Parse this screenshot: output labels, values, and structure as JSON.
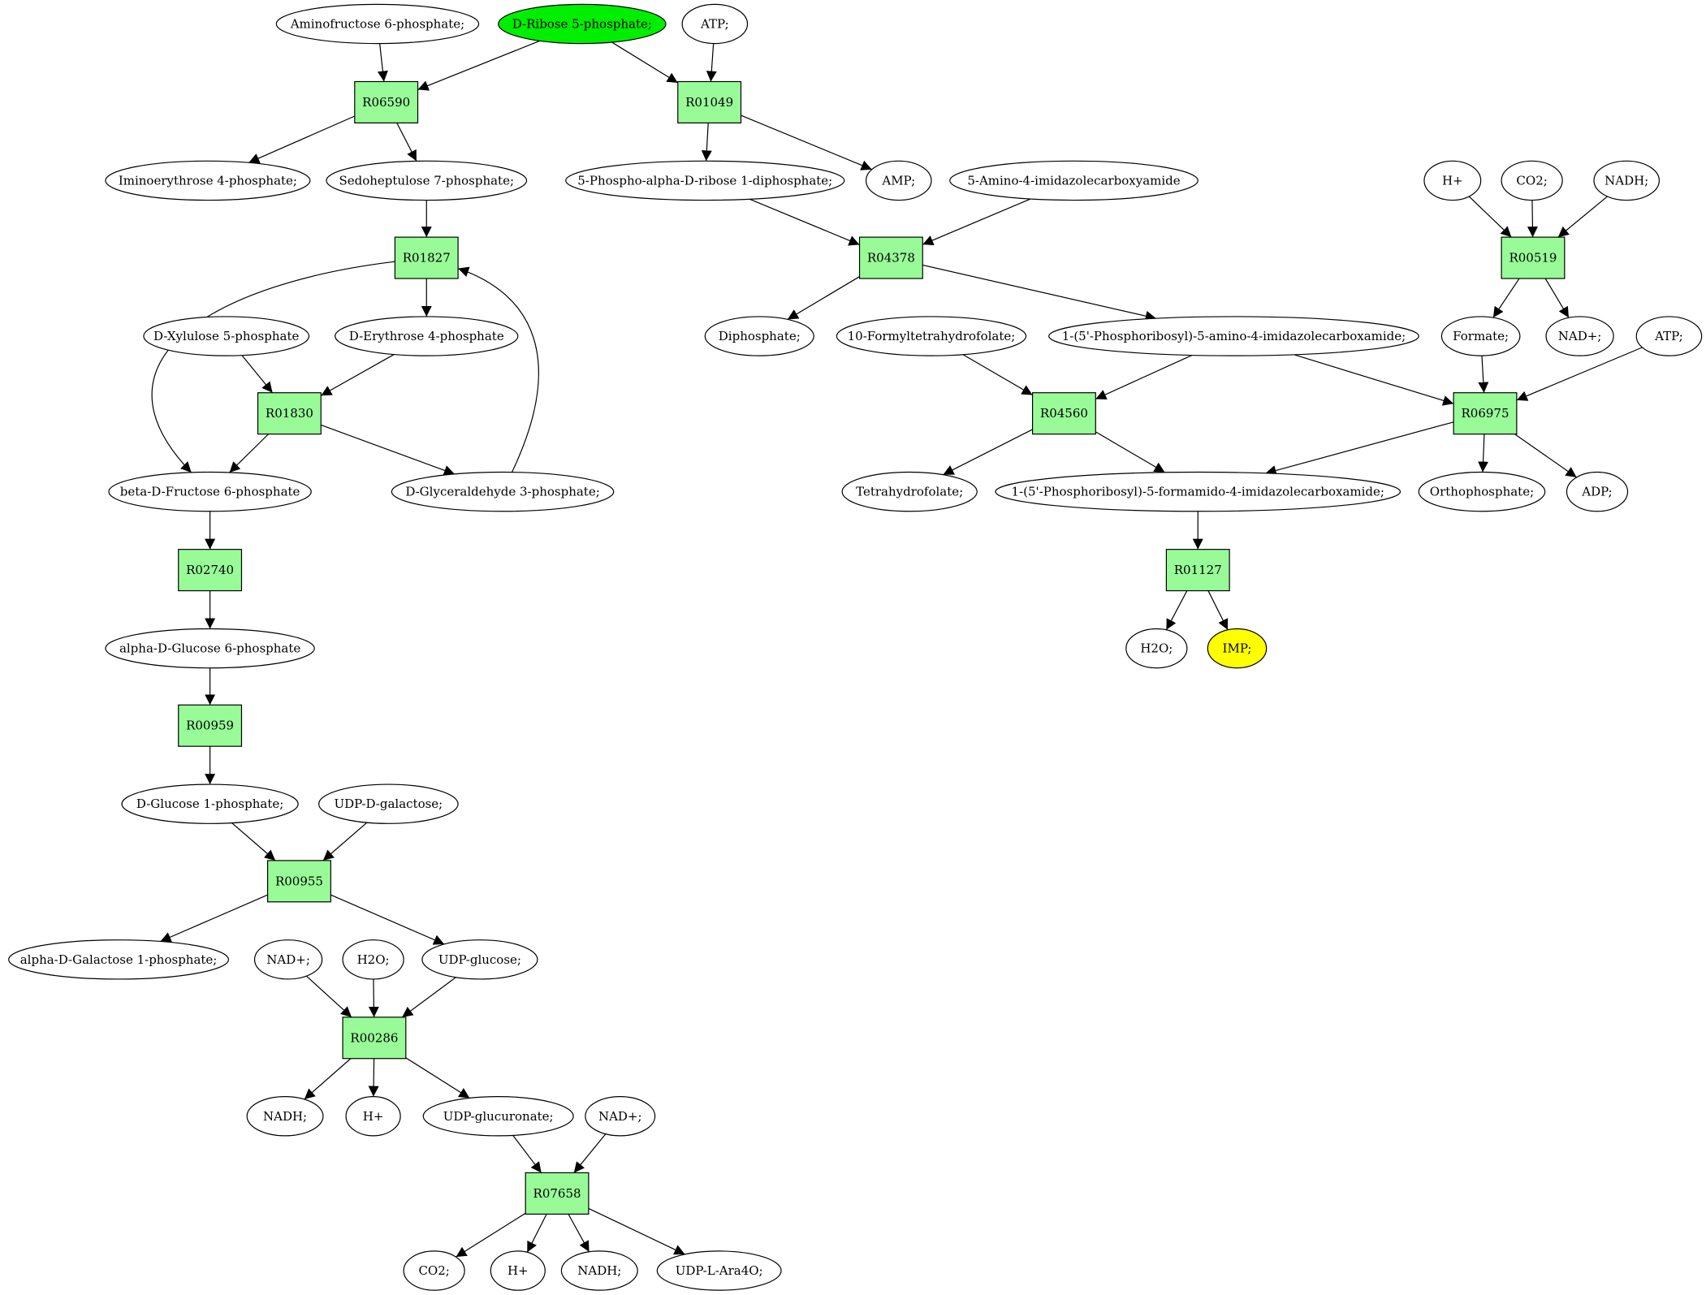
{
  "graph": {
    "colors": {
      "reaction_fill": "#98fb98",
      "compound_fill": "#ffffff",
      "start_compound_fill": "#00ee00",
      "target_compound_fill": "#ffff00",
      "line": "#000000"
    },
    "nodes": [
      {
        "id": "c_aminofructose",
        "kind": "compound",
        "label": "Aminofructose 6-phosphate;"
      },
      {
        "id": "c_dribose5p",
        "kind": "compound",
        "label": "D-Ribose 5-phosphate;",
        "highlight": "start"
      },
      {
        "id": "c_atp1",
        "kind": "compound",
        "label": "ATP;"
      },
      {
        "id": "r_R06590",
        "kind": "reaction",
        "label": "R06590"
      },
      {
        "id": "r_R01049",
        "kind": "reaction",
        "label": "R01049"
      },
      {
        "id": "c_iminoerythrose",
        "kind": "compound",
        "label": "Iminoerythrose 4-phosphate;"
      },
      {
        "id": "c_sedoheptulose",
        "kind": "compound",
        "label": "Sedoheptulose 7-phosphate;"
      },
      {
        "id": "c_prpp",
        "kind": "compound",
        "label": "5-Phospho-alpha-D-ribose 1-diphosphate;"
      },
      {
        "id": "c_amp",
        "kind": "compound",
        "label": "AMP;"
      },
      {
        "id": "c_aica",
        "kind": "compound",
        "label": "5-Amino-4-imidazolecarboxyamide"
      },
      {
        "id": "c_hplus1",
        "kind": "compound",
        "label": "H+"
      },
      {
        "id": "c_co2_1",
        "kind": "compound",
        "label": "CO2;"
      },
      {
        "id": "c_nadh1",
        "kind": "compound",
        "label": "NADH;"
      },
      {
        "id": "r_R01827",
        "kind": "reaction",
        "label": "R01827"
      },
      {
        "id": "r_R04378",
        "kind": "reaction",
        "label": "R04378"
      },
      {
        "id": "r_R00519",
        "kind": "reaction",
        "label": "R00519"
      },
      {
        "id": "c_dxylulose",
        "kind": "compound",
        "label": "D-Xylulose 5-phosphate"
      },
      {
        "id": "c_derythrose",
        "kind": "compound",
        "label": "D-Erythrose 4-phosphate"
      },
      {
        "id": "c_diphosphate",
        "kind": "compound",
        "label": "Diphosphate;"
      },
      {
        "id": "c_formylthf",
        "kind": "compound",
        "label": "10-Formyltetrahydrofolate;"
      },
      {
        "id": "c_aicar",
        "kind": "compound",
        "label": "1-(5'-Phosphoribosyl)-5-amino-4-imidazolecarboxamide;"
      },
      {
        "id": "c_formate",
        "kind": "compound",
        "label": "Formate;"
      },
      {
        "id": "c_nadplus1",
        "kind": "compound",
        "label": "NAD+;"
      },
      {
        "id": "c_atp2",
        "kind": "compound",
        "label": "ATP;"
      },
      {
        "id": "r_R01830",
        "kind": "reaction",
        "label": "R01830"
      },
      {
        "id": "r_R04560",
        "kind": "reaction",
        "label": "R04560"
      },
      {
        "id": "r_R06975",
        "kind": "reaction",
        "label": "R06975"
      },
      {
        "id": "c_fructose6p",
        "kind": "compound",
        "label": "beta-D-Fructose 6-phosphate"
      },
      {
        "id": "c_glyceraldehyde",
        "kind": "compound",
        "label": "D-Glyceraldehyde 3-phosphate;"
      },
      {
        "id": "c_thf",
        "kind": "compound",
        "label": "Tetrahydrofolate;"
      },
      {
        "id": "c_faicar",
        "kind": "compound",
        "label": "1-(5'-Phosphoribosyl)-5-formamido-4-imidazolecarboxamide;"
      },
      {
        "id": "c_orthophosphate",
        "kind": "compound",
        "label": "Orthophosphate;"
      },
      {
        "id": "c_adp",
        "kind": "compound",
        "label": "ADP;"
      },
      {
        "id": "r_R02740",
        "kind": "reaction",
        "label": "R02740"
      },
      {
        "id": "r_R01127",
        "kind": "reaction",
        "label": "R01127"
      },
      {
        "id": "c_glucose6p",
        "kind": "compound",
        "label": "alpha-D-Glucose 6-phosphate"
      },
      {
        "id": "c_h2o_1",
        "kind": "compound",
        "label": "H2O;"
      },
      {
        "id": "c_imp",
        "kind": "compound",
        "label": "IMP;",
        "highlight": "target"
      },
      {
        "id": "r_R00959",
        "kind": "reaction",
        "label": "R00959"
      },
      {
        "id": "c_glucose1p",
        "kind": "compound",
        "label": "D-Glucose 1-phosphate;"
      },
      {
        "id": "c_udpgalactose",
        "kind": "compound",
        "label": "UDP-D-galactose;"
      },
      {
        "id": "r_R00955",
        "kind": "reaction",
        "label": "R00955"
      },
      {
        "id": "c_galactose1p",
        "kind": "compound",
        "label": "alpha-D-Galactose 1-phosphate;"
      },
      {
        "id": "c_nadplus2",
        "kind": "compound",
        "label": "NAD+;"
      },
      {
        "id": "c_h2o_2",
        "kind": "compound",
        "label": "H2O;"
      },
      {
        "id": "c_udpglucose",
        "kind": "compound",
        "label": "UDP-glucose;"
      },
      {
        "id": "r_R00286",
        "kind": "reaction",
        "label": "R00286"
      },
      {
        "id": "c_nadh2",
        "kind": "compound",
        "label": "NADH;"
      },
      {
        "id": "c_hplus2",
        "kind": "compound",
        "label": "H+"
      },
      {
        "id": "c_udpglucuronate",
        "kind": "compound",
        "label": "UDP-glucuronate;"
      },
      {
        "id": "c_nadplus3",
        "kind": "compound",
        "label": "NAD+;"
      },
      {
        "id": "r_R07658",
        "kind": "reaction",
        "label": "R07658"
      },
      {
        "id": "c_co2_2",
        "kind": "compound",
        "label": "CO2;"
      },
      {
        "id": "c_hplus3",
        "kind": "compound",
        "label": "H+"
      },
      {
        "id": "c_nadh3",
        "kind": "compound",
        "label": "NADH;"
      },
      {
        "id": "c_udplara4o",
        "kind": "compound",
        "label": "UDP-L-Ara4O;"
      }
    ],
    "edges": [
      {
        "from": "c_aminofructose",
        "to": "r_R06590"
      },
      {
        "from": "c_dribose5p",
        "to": "r_R06590"
      },
      {
        "from": "c_dribose5p",
        "to": "r_R01049"
      },
      {
        "from": "c_atp1",
        "to": "r_R01049"
      },
      {
        "from": "r_R06590",
        "to": "c_iminoerythrose"
      },
      {
        "from": "r_R06590",
        "to": "c_sedoheptulose"
      },
      {
        "from": "r_R01049",
        "to": "c_prpp"
      },
      {
        "from": "r_R01049",
        "to": "c_amp"
      },
      {
        "from": "c_sedoheptulose",
        "to": "r_R01827"
      },
      {
        "from": "c_prpp",
        "to": "r_R04378"
      },
      {
        "from": "c_aica",
        "to": "r_R04378"
      },
      {
        "from": "c_hplus1",
        "to": "r_R00519"
      },
      {
        "from": "c_co2_1",
        "to": "r_R00519"
      },
      {
        "from": "c_nadh1",
        "to": "r_R00519"
      },
      {
        "from": "r_R01827",
        "to": "c_derythrose"
      },
      {
        "from": "r_R01827",
        "to": "c_fructose6p"
      },
      {
        "from": "c_glyceraldehyde",
        "to": "r_R01827"
      },
      {
        "from": "r_R04378",
        "to": "c_diphosphate"
      },
      {
        "from": "r_R04378",
        "to": "c_aicar"
      },
      {
        "from": "r_R00519",
        "to": "c_formate"
      },
      {
        "from": "r_R00519",
        "to": "c_nadplus1"
      },
      {
        "from": "c_dxylulose",
        "to": "r_R01830"
      },
      {
        "from": "c_derythrose",
        "to": "r_R01830"
      },
      {
        "from": "r_R01830",
        "to": "c_fructose6p"
      },
      {
        "from": "r_R01830",
        "to": "c_glyceraldehyde"
      },
      {
        "from": "c_formylthf",
        "to": "r_R04560"
      },
      {
        "from": "c_aicar",
        "to": "r_R04560"
      },
      {
        "from": "c_aicar",
        "to": "r_R06975"
      },
      {
        "from": "c_formate",
        "to": "r_R06975"
      },
      {
        "from": "c_atp2",
        "to": "r_R06975"
      },
      {
        "from": "r_R04560",
        "to": "c_thf"
      },
      {
        "from": "r_R04560",
        "to": "c_faicar"
      },
      {
        "from": "r_R06975",
        "to": "c_faicar"
      },
      {
        "from": "r_R06975",
        "to": "c_orthophosphate"
      },
      {
        "from": "r_R06975",
        "to": "c_adp"
      },
      {
        "from": "c_fructose6p",
        "to": "r_R02740"
      },
      {
        "from": "r_R02740",
        "to": "c_glucose6p"
      },
      {
        "from": "c_faicar",
        "to": "r_R01127"
      },
      {
        "from": "r_R01127",
        "to": "c_h2o_1"
      },
      {
        "from": "r_R01127",
        "to": "c_imp"
      },
      {
        "from": "c_glucose6p",
        "to": "r_R00959"
      },
      {
        "from": "r_R00959",
        "to": "c_glucose1p"
      },
      {
        "from": "c_glucose1p",
        "to": "r_R00955"
      },
      {
        "from": "c_udpgalactose",
        "to": "r_R00955"
      },
      {
        "from": "r_R00955",
        "to": "c_galactose1p"
      },
      {
        "from": "r_R00955",
        "to": "c_udpglucose"
      },
      {
        "from": "c_nadplus2",
        "to": "r_R00286"
      },
      {
        "from": "c_h2o_2",
        "to": "r_R00286"
      },
      {
        "from": "c_udpglucose",
        "to": "r_R00286"
      },
      {
        "from": "r_R00286",
        "to": "c_nadh2"
      },
      {
        "from": "r_R00286",
        "to": "c_hplus2"
      },
      {
        "from": "r_R00286",
        "to": "c_udpglucuronate"
      },
      {
        "from": "c_udpglucuronate",
        "to": "r_R07658"
      },
      {
        "from": "c_nadplus3",
        "to": "r_R07658"
      },
      {
        "from": "r_R07658",
        "to": "c_co2_2"
      },
      {
        "from": "r_R07658",
        "to": "c_hplus3"
      },
      {
        "from": "r_R07658",
        "to": "c_nadh3"
      },
      {
        "from": "r_R07658",
        "to": "c_udplara4o"
      }
    ]
  }
}
